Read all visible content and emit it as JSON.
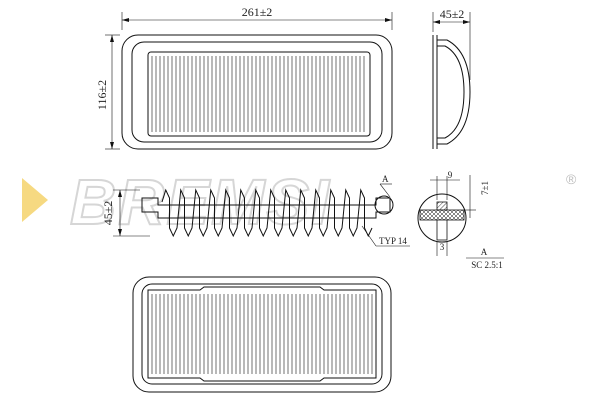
{
  "dimensions": {
    "top_width": "261±2",
    "side_depth": "45±2",
    "top_height": "116±2",
    "section_height": "45±2",
    "detail_width": "9",
    "detail_height": "7±1",
    "detail_base": "3"
  },
  "labels": {
    "pleat_count": "TYP 14",
    "detail_marker": "A",
    "detail_ref": "A",
    "detail_scale": "SC 2.5:1"
  },
  "watermark": {
    "brand": "BREMSI",
    "registered": "®"
  },
  "colors": {
    "line": "#111111",
    "watermark": "#d6d6d6",
    "watermark_arrow": "#f2c94c",
    "hatch": "#111111"
  }
}
